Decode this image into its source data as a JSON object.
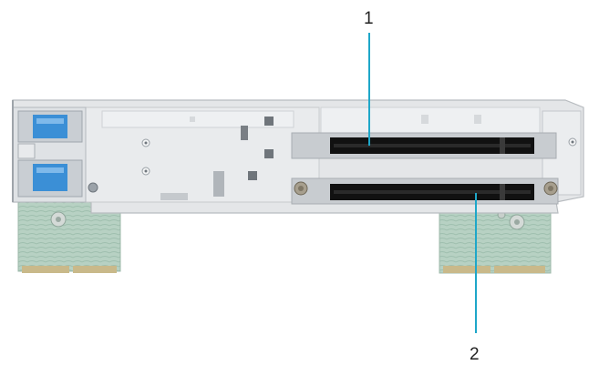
{
  "callouts": [
    {
      "id": "1",
      "label": "1"
    },
    {
      "id": "2",
      "label": "2"
    }
  ],
  "colors": {
    "callout_line": "#1ea7c9",
    "slot_body": "#111111",
    "bracket": "#d9dcdf",
    "pcb": "#b9d3c6",
    "usb_blue": "#3b8fd6"
  }
}
